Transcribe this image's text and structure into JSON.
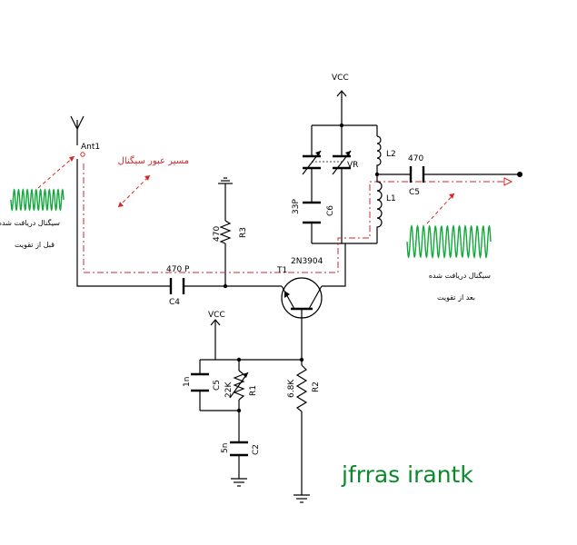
{
  "labels": {
    "vcc_top": "VCC",
    "vcc_bias": "VCC",
    "antenna": "Ant1",
    "l2": "L2",
    "l1": "L1",
    "vr": "VR",
    "c5_value": "470",
    "c5_name": "C5",
    "c6_value": "33P",
    "c6_name": "C6",
    "r3_value": "470",
    "r3_name": "R3",
    "transistor_part": "2N3904",
    "transistor_name": "T1",
    "c4_value": "470 P",
    "c4_name": "C4",
    "c_bias_value": "1n",
    "c_bias_name": "C5",
    "r1_value": "22K",
    "r1_name": "R1",
    "r2_value": "6.8K",
    "r2_name": "R2",
    "c2_value": "5n",
    "c2_name": "C2"
  },
  "annotations": {
    "signal_path": "مسیر عبور سیگنال",
    "received_signal_before_1": "سیگنال دریافت شده",
    "received_signal_before_2": "قبل از تقویت",
    "received_signal_after_1": "سیگنال دریافت شده",
    "received_signal_after_2": "بعد از تقویت"
  },
  "watermark": "jfrras irantk",
  "colors": {
    "wire": "#000000",
    "signal_path": "#d12a2a",
    "waveform": "#12a83c",
    "watermark": "#0b8a2c"
  }
}
